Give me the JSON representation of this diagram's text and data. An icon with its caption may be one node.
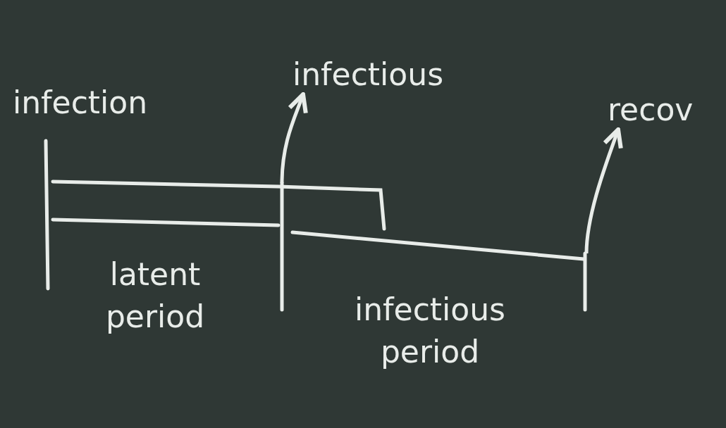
{
  "diagram": {
    "nodes": [
      {
        "text": [
          "infection"
        ]
      },
      {
        "text": [
          "infectious"
        ]
      },
      {
        "text": [
          "recov"
        ]
      }
    ],
    "edges": [
      {
        "from": null,
        "to": 1,
        "arrow": "to"
      },
      {
        "from": null,
        "to": 2,
        "arrow": "to"
      }
    ],
    "labels": [
      "latent period",
      "infectious period"
    ]
  }
}
